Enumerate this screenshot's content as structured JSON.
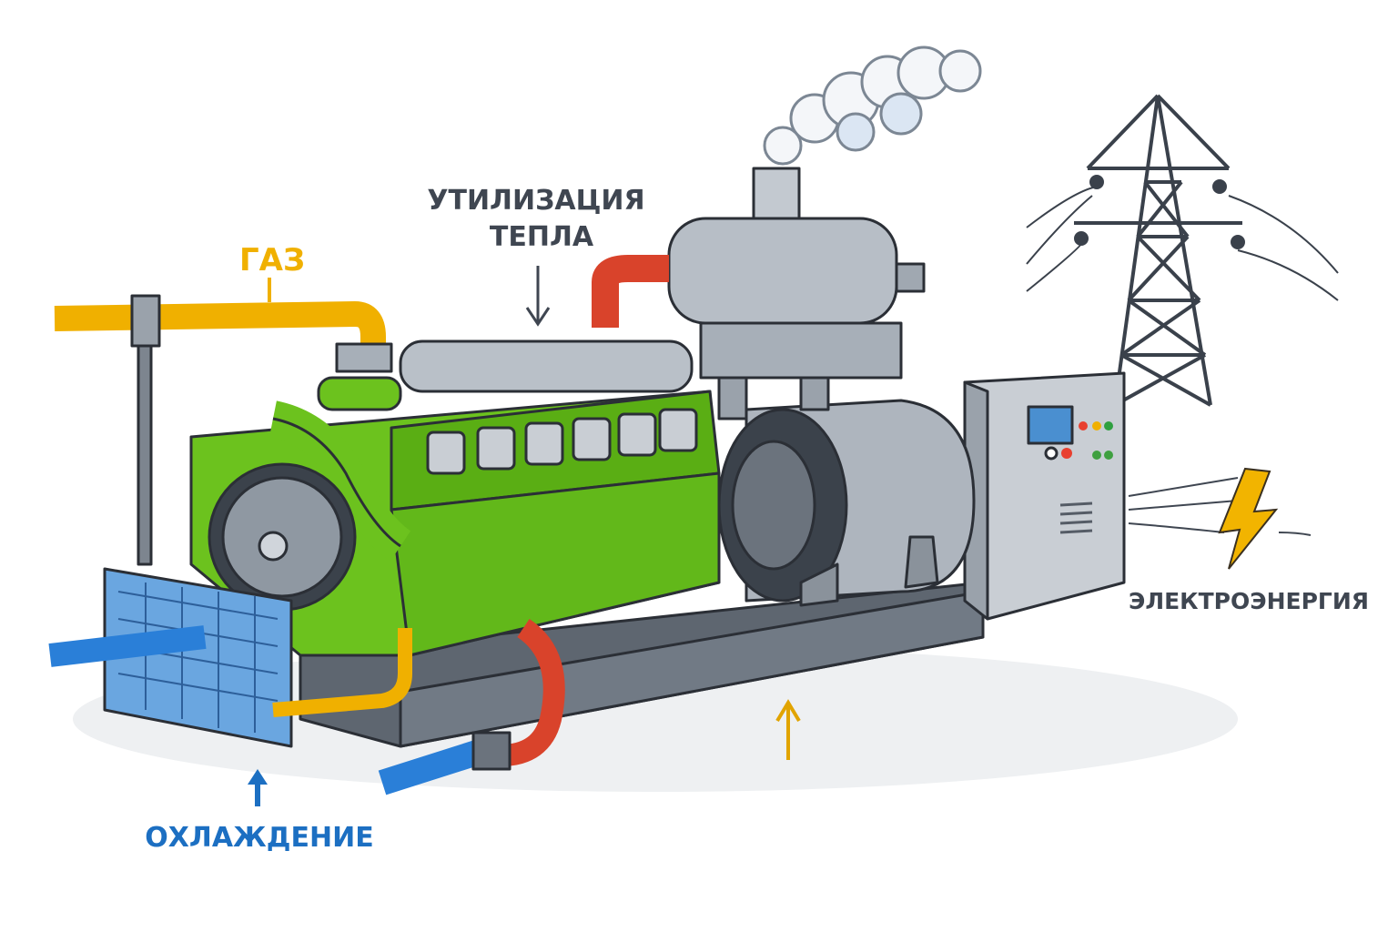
{
  "labels": {
    "gas": "ГАЗ",
    "heat_recovery_line1": "УТИЛИЗАЦИЯ",
    "heat_recovery_line2": "ТЕПЛА",
    "electricity": "ЭЛЕКТРОЭНЕРГИЯ",
    "cooling": "ОХЛАЖДЕНИЕ"
  },
  "colors": {
    "gas": "#f0b000",
    "heat_recovery": "#3f4651",
    "electricity": "#3f4651",
    "cooling": "#1c6fc2",
    "engine": "#6cc21e",
    "hot_pipe": "#d9432b",
    "cold_pipe": "#2a7fd8",
    "steel": "#b9c0c8"
  },
  "icons": [
    "smoke-icon",
    "lightning-icon",
    "power-pylon-icon",
    "arrow-down-icon",
    "arrow-up-icon"
  ]
}
